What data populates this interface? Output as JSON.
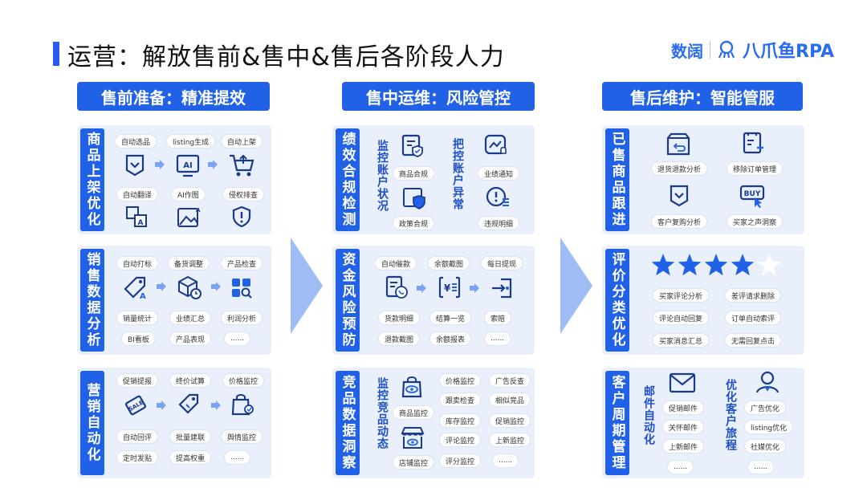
{
  "title": "运营：解放售前&售中&售后各阶段人力",
  "brand": {
    "left": "数阔",
    "right": "八爪鱼RPA"
  },
  "colors": {
    "accent": "#2061e8",
    "panel": "#e9f0fc",
    "light_arrow": "#9fbcf5"
  },
  "col1": {
    "header": "售前准备：精准提效",
    "s1": {
      "label": "商品上架优化",
      "p1": "自动选品",
      "p2": "listing生成",
      "p3": "自动上架",
      "p4": "自动翻译",
      "p5": "AI作图",
      "p6": "侵权排查",
      "ai": "AI"
    },
    "s2": {
      "label": "销售数据分析",
      "p1": "自动打标",
      "p2": "备货调整",
      "p3": "产品检查",
      "p4": "销量统计",
      "p5": "业绩汇总",
      "p6": "利润分析",
      "p7": "BI看板",
      "p8": "产品表现",
      "p9": "......"
    },
    "s3": {
      "label": "营销自动化",
      "p1": "促销提报",
      "p2": "终价试算",
      "p3": "价格监控",
      "p4": "自动回评",
      "p5": "批量建联",
      "p6": "舆情监控",
      "p7": "定时发贴",
      "p8": "提高权重",
      "p9": "......"
    }
  },
  "col2": {
    "header": "售中运维：风险管控",
    "s1": {
      "label": "绩效合规检测",
      "sub1": "监控账户状况",
      "sub2": "把控账户异常",
      "p1": "商品合规",
      "p2": "业绩通知",
      "p3": "政策合规",
      "p4": "违规明细"
    },
    "s2": {
      "label": "资金风险预防",
      "p1": "自动催款",
      "p2": "余额截图",
      "p3": "每日提现",
      "p4": "货款明细",
      "p5": "结算一览",
      "p6": "索赔",
      "p7": "退款截图",
      "p8": "余额报表",
      "p9": "......"
    },
    "s3": {
      "label": "竞品数据洞察",
      "sub1": "监控竞品动态",
      "p1": "价格监控",
      "p2": "广告反查",
      "p3": "跟卖检查",
      "p4": "相似竞品",
      "p5": "库存监控",
      "p6": "促销监控",
      "p7": "评论监控",
      "p8": "上新监控",
      "p9": "评分监控",
      "p10": "......",
      "p11": "商品监控",
      "p12": "店铺监控"
    }
  },
  "col3": {
    "header": "售后维护：智能管服",
    "s1": {
      "label": "已售商品跟进",
      "p1": "退货退款分析",
      "p2": "移除订单管理",
      "p3": "客户复购分析",
      "p4": "买家之声洞察",
      "buy": "BUY"
    },
    "s2": {
      "label": "评价分类优化",
      "rating": 4,
      "p1": "买家评论分析",
      "p2": "差评请求删除",
      "p3": "评论自动回复",
      "p4": "订单自动索评",
      "p5": "买家消息汇总",
      "p6": "无需回复点击"
    },
    "s3": {
      "label": "客户周期管理",
      "sub1": "邮件自动化",
      "sub2": "优化客户旅程",
      "p1": "促销邮件",
      "p2": "关怀邮件",
      "p3": "上新邮件",
      "p4": "......",
      "p5": "广告优化",
      "p6": "listing优化",
      "p7": "社媒优化",
      "p8": "......"
    }
  }
}
